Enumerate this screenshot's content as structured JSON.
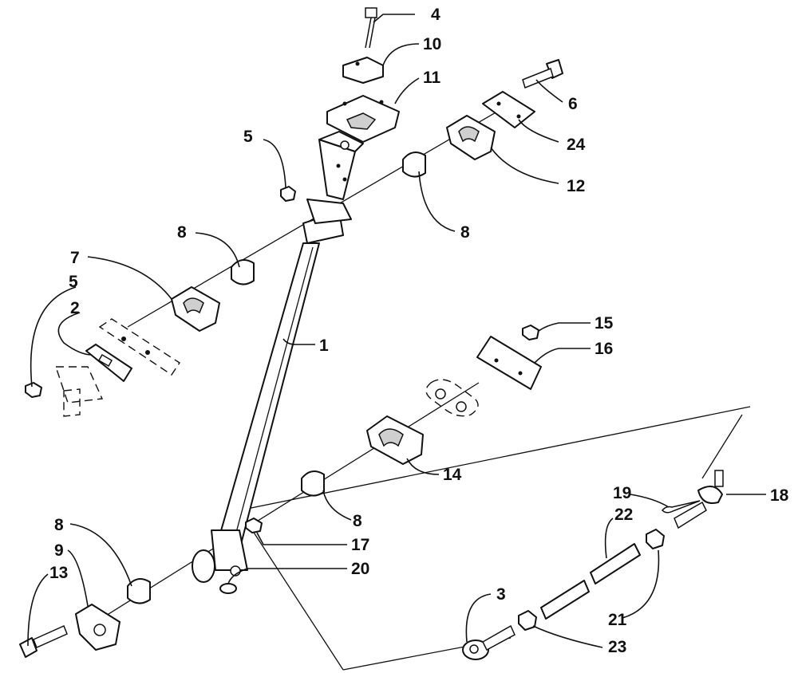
{
  "callouts": {
    "c1": "1",
    "c2": "2",
    "c3": "3",
    "c4": "4",
    "c5a": "5",
    "c5b": "5",
    "c6": "6",
    "c7": "7",
    "c8a": "8",
    "c8b": "8",
    "c8c": "8",
    "c8d": "8",
    "c9": "9",
    "c10": "10",
    "c11": "11",
    "c12": "12",
    "c13": "13",
    "c14": "14",
    "c15": "15",
    "c16": "16",
    "c17": "17",
    "c18": "18",
    "c19": "19",
    "c20": "20",
    "c21": "21",
    "c22": "22",
    "c23": "23",
    "c24": "24"
  }
}
